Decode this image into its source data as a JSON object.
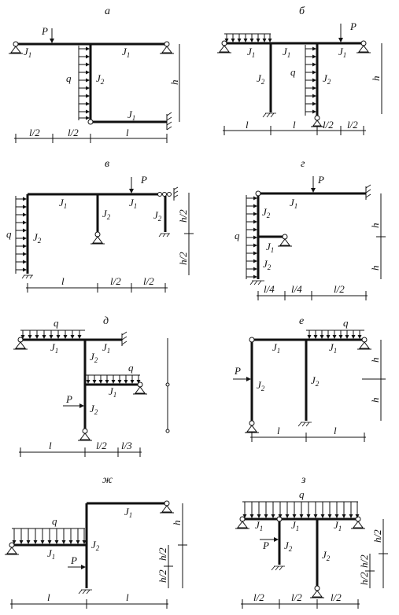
{
  "labels": {
    "a": "а",
    "b": "б",
    "v": "в",
    "g": "г",
    "d": "д",
    "e": "е",
    "zh": "ж",
    "z": "з",
    "P": "P",
    "q": "q",
    "J1": "J",
    "J2": "J",
    "sub1": "1",
    "sub2": "2",
    "h": "h",
    "h2": "h/2",
    "l": "l",
    "l2": "l/2",
    "l3": "l/3",
    "l4": "l/4"
  }
}
